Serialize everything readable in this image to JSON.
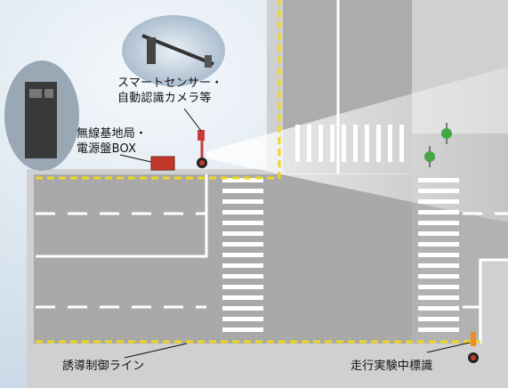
{
  "labels": {
    "smart_sensor_line1": "スマートセンサー・",
    "smart_sensor_line2": "自動認識カメラ等",
    "wireless_line1": "無線基地局・",
    "wireless_line2": "電源盤BOX",
    "guide_line": "誘導制御ライン",
    "running_sign": "走行実験中標識"
  },
  "colors": {
    "sky": "#dbe7f1",
    "sidewalk": "#c9c9c9",
    "road": "#a7a7a7",
    "guide_line": "#e8d21f",
    "white_mark": "#ffffff",
    "box": "#c0392b",
    "signal_green": "#4caf50"
  },
  "icons": [
    "road-sensor-photo",
    "cabinet-photo",
    "sensor-pole-icon",
    "power-box-icon",
    "traffic-signal-icon",
    "experiment-sign-icon"
  ]
}
